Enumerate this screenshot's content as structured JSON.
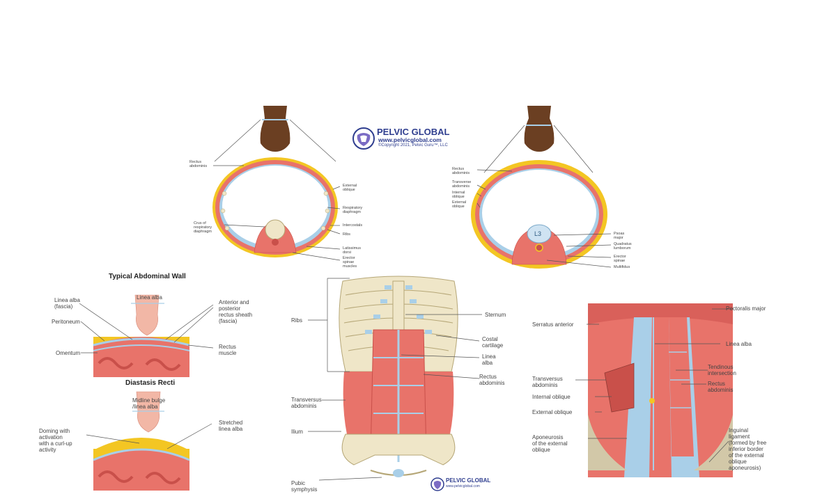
{
  "logo_top": {
    "name": "PELVIC GLOBAL",
    "url": "www.pelvicglobal.com",
    "copyright": "©Copyright 2021, Pelvic Guru™, LLC"
  },
  "logo_bottom": {
    "name": "PELVIC GLOBAL",
    "url": "www.pelvicglobal.com"
  },
  "cross_section_left": {
    "labels": {
      "rectus_abdominis": "Rectus\nabdominis",
      "external_oblique": "External\noblique",
      "respiratory_diaphragm": "Respiratory\ndiaphragm",
      "crus": "Crus of\nrespiratory\ndiaphragm",
      "intercostals": "Intercostals",
      "ribs": "Ribs",
      "latissimus": "Latissimus\ndorsi",
      "erector": "Erector\nspinae\nmuscles"
    }
  },
  "cross_section_right": {
    "vertebra": "L3",
    "labels": {
      "rectus_abdominis": "Rectus\nabdominis",
      "transverse_abdominis": "Transverse\nabdominis",
      "internal_oblique": "Internal\noblique",
      "external_oblique": "External\noblique",
      "psoas": "Psoas\nmajor",
      "quadratus": "Quadratus\nlumborum",
      "erector": "Erector\nspinae",
      "multifidus": "Multifidus"
    }
  },
  "abdominal_wall": {
    "title": "Typical Abdominal Wall",
    "labels": {
      "linea_alba_top": "Linea alba",
      "linea_alba_fascia": "Linea alba\n(fascia)",
      "peritoneum": "Peritoneum",
      "omentum": "Omentum",
      "rectus_sheath": "Anterior and\nposterior\nrectus sheath\n(fascia)",
      "rectus_muscle": "Rectus\nmuscle"
    }
  },
  "diastasis": {
    "title": "Diastasis Recti",
    "labels": {
      "midline_bulge": "Midline bulge\n/linea alba",
      "doming": "Doming with\nactivation\nwith a curl-up\nactivity",
      "stretched": "Stretched\nlinea alba"
    }
  },
  "torso_center": {
    "labels": {
      "ribs": "Ribs",
      "sternum": "Sternum",
      "costal": "Costal\ncartilage",
      "linea_alba": "Linea\nalba",
      "rectus": "Rectus\nabdominis",
      "transversus": "Transversus\nabdominis",
      "ilium": "Ilium",
      "pubic": "Pubic\nsymphysis"
    }
  },
  "torso_right": {
    "labels": {
      "pectoralis": "Pectoralis major",
      "serratus": "Serratus anterior",
      "linea_alba": "Linea alba",
      "tendinous": "Tendinous\nintersection",
      "transversus": "Transversus\nabdominis",
      "rectus": "Rectus\nabdominis",
      "internal": "Internal oblique",
      "external": "External oblique",
      "aponeurosis": "Aponeurosis\nof the external\noblique",
      "inguinal": "Inguinal\nligament\n(formed by free\ninferior border\nof the external\noblique\naponeurosis)"
    }
  },
  "colors": {
    "muscle": "#e8736a",
    "muscle_dark": "#c9504a",
    "fascia": "#a9cfe8",
    "fat": "#f3c623",
    "bone": "#efe6c8",
    "skin_dark": "#6b3f22",
    "logo": "#2f3e8f"
  }
}
